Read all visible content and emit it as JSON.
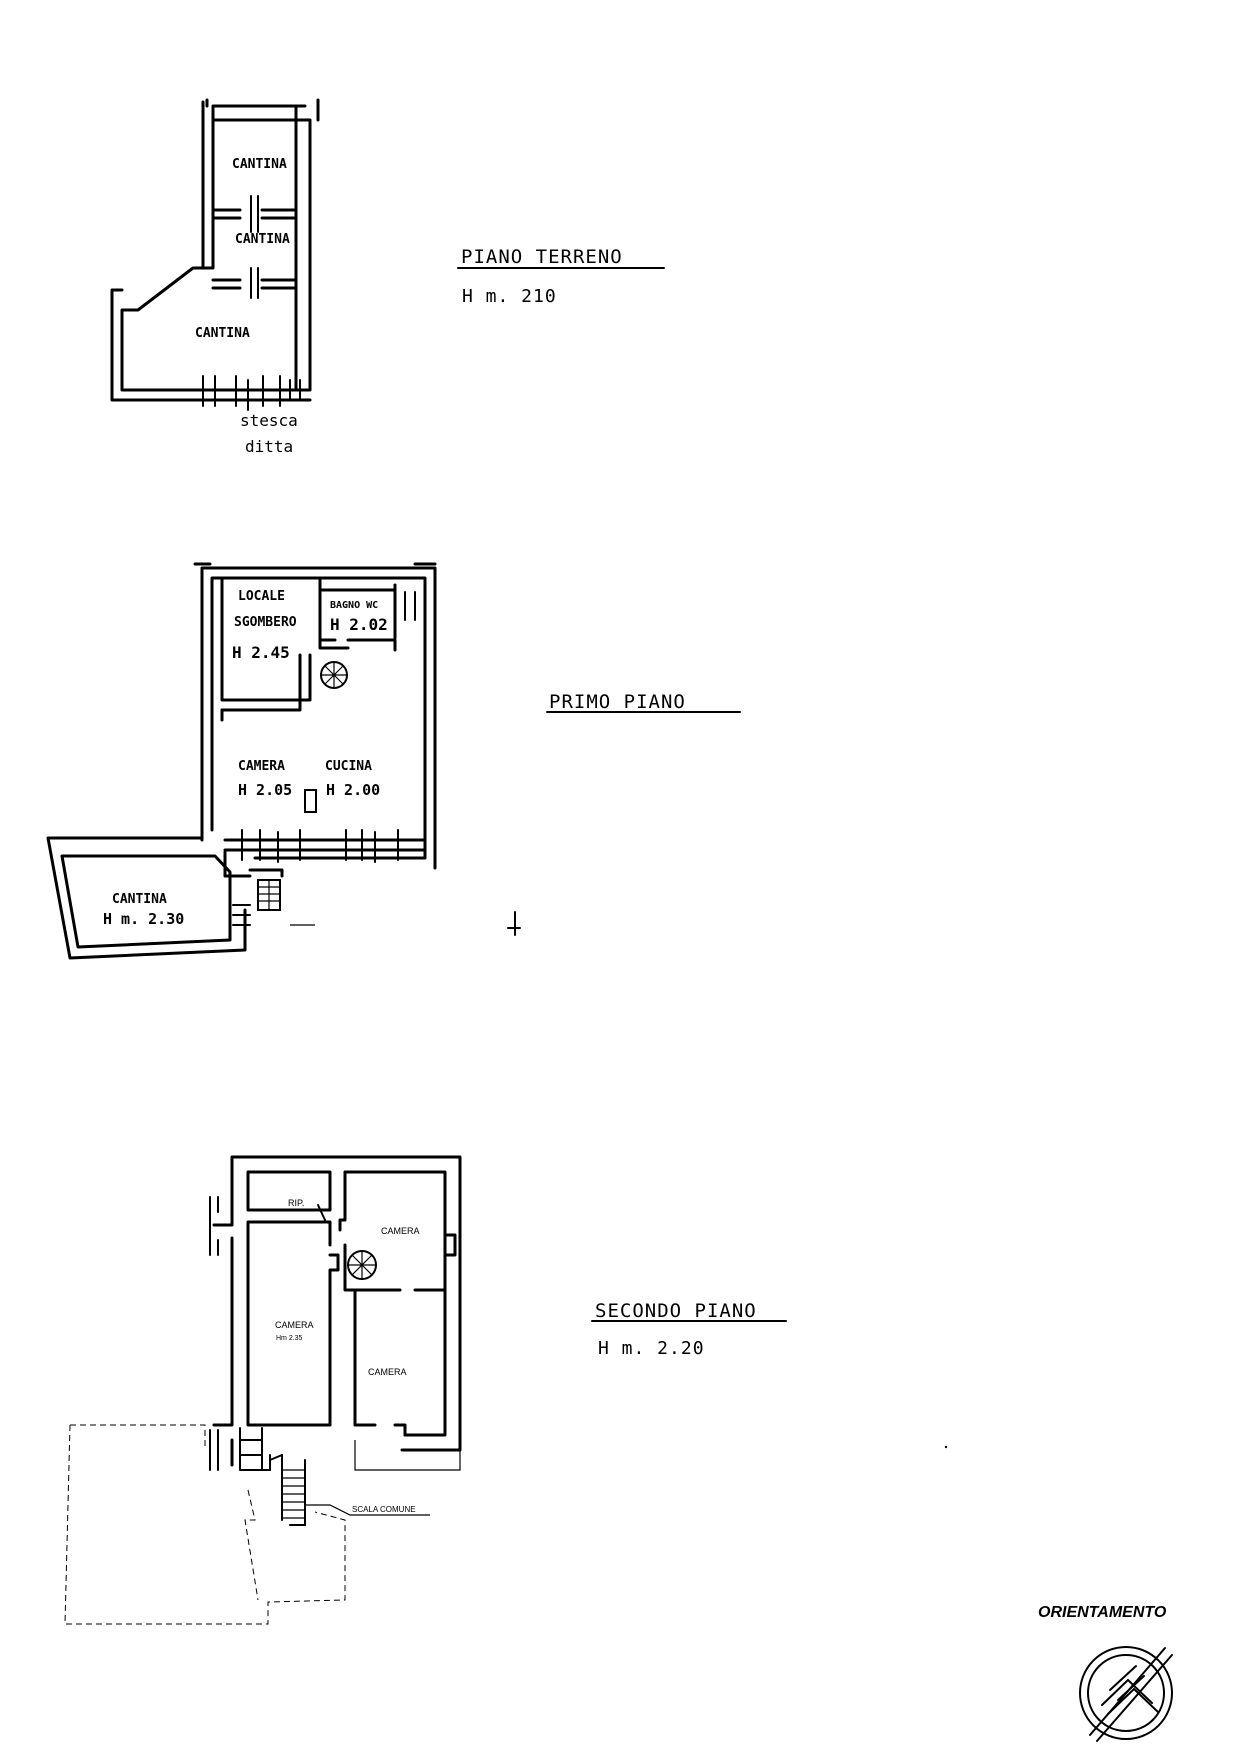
{
  "piano_terreno": {
    "title": "PIANO TERRENO",
    "height": "H m. 210",
    "rooms": [
      "CANTINA",
      "CANTINA",
      "CANTINA"
    ],
    "note_line1": "stesca",
    "note_line2": "ditta"
  },
  "primo_piano": {
    "title": "PRIMO PIANO",
    "locale_line1": "LOCALE",
    "locale_line2": "SGOMBERO",
    "locale_height": "H 2.45",
    "bagno": "BAGNO WC",
    "bagno_height": "H 2.02",
    "camera": "CAMERA",
    "camera_height": "H 2.05",
    "cucina": "CUCINA",
    "cucina_height": "H 2.00",
    "cantina": "CANTINA",
    "cantina_height": "H m. 2.30"
  },
  "secondo_piano": {
    "title": "SECONDO PIANO",
    "height": "H m. 2.20",
    "rip": "RIP.",
    "camera_top": "CAMERA",
    "camera_left": "CAMERA",
    "camera_left_height": "Hm 2.35",
    "camera_right": "CAMERA",
    "scala": "SCALA COMUNE"
  },
  "orientamento": {
    "label": "ORIENTAMENTO"
  }
}
